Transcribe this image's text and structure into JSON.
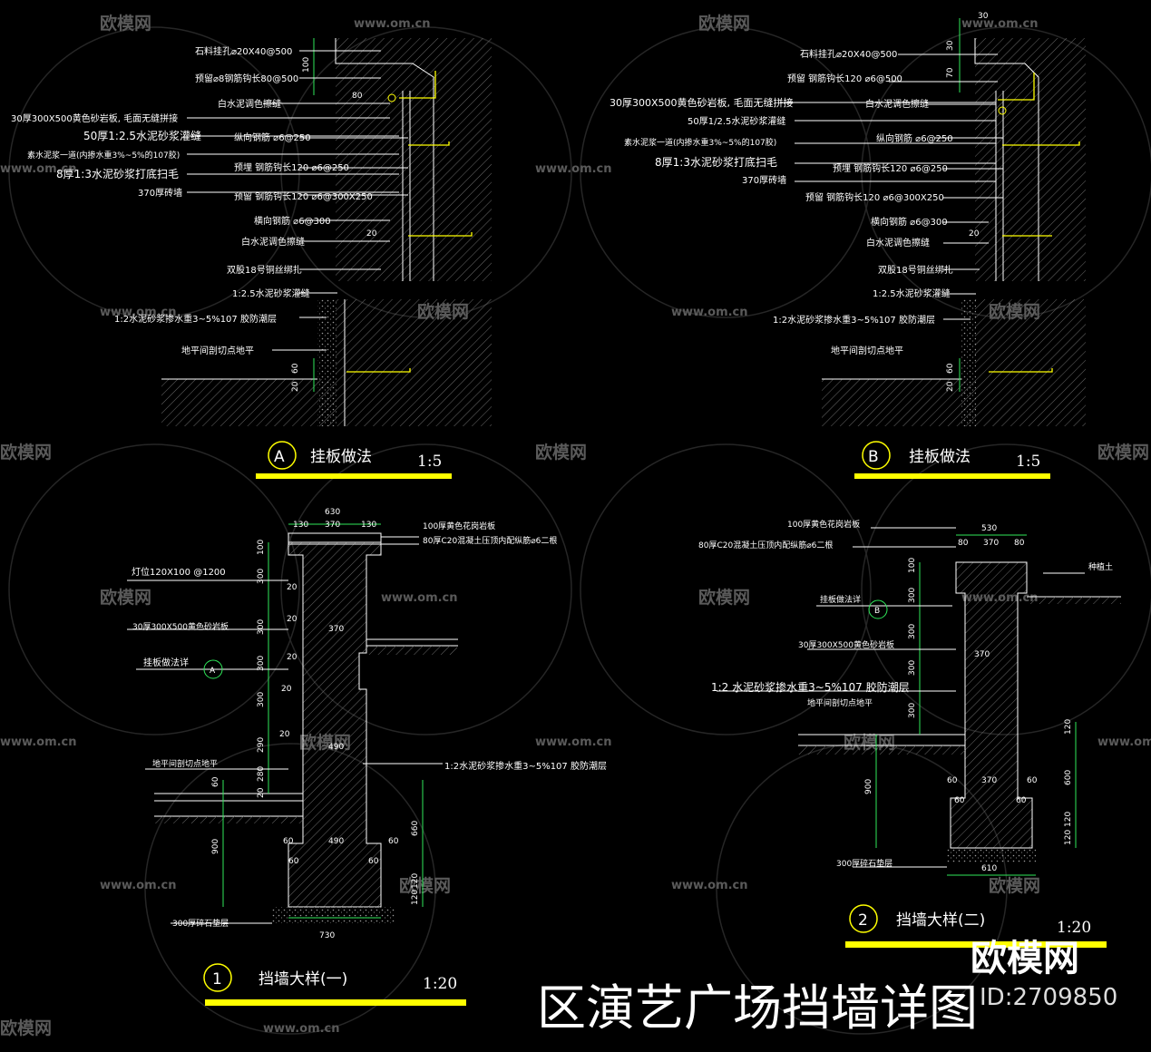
{
  "watermark": {
    "brand": "欧模网",
    "url": "www.om.cn"
  },
  "colors": {
    "background": "#000000",
    "line": "#ffffff",
    "dim": "#2fe85a",
    "accent": "#ffff00",
    "hatch": "#6a6a6a",
    "watermark": "#5a5a5a"
  },
  "panel_a": {
    "badge": "A",
    "title": "挂板做法",
    "scale": "1:5",
    "labels": [
      "石料挂孔⌀20X40@500",
      "预留⌀8钢筋钩长80@500",
      "白水泥调色擦缝",
      "30厚300X500黄色砂岩板, 毛面无缝拼接",
      "50厚1:2.5水泥砂浆灌缝",
      "素水泥浆一道(内掺水重3%~5%的107胶)",
      "8厚1:3水泥砂浆打底扫毛",
      "370厚砖墙",
      "纵向钢筋 ⌀6@250",
      "预埋 钢筋钩长120 ⌀6@250",
      "预留 钢筋钩长120 ⌀6@300X250",
      "横向钢筋 ⌀6@300",
      "白水泥调色擦缝",
      "双股18号铜丝绑扎",
      "1:2.5水泥砂浆灌缝",
      "1:2水泥砂浆掺水重3~5%107 胶防潮层",
      "地平间剖切点地平"
    ],
    "dims": [
      "100",
      "80",
      "20",
      "60",
      "20"
    ]
  },
  "panel_b": {
    "badge": "B",
    "title": "挂板做法",
    "scale": "1:5",
    "labels": [
      "石料挂孔⌀20X40@500",
      "预留 钢筋钩长120 ⌀6@500",
      "30厚300X500黄色砂岩板, 毛面无缝拼接",
      "白水泥调色擦缝",
      "50厚1/2.5水泥砂浆灌缝",
      "素水泥浆一道(内掺水重3%~5%的107胶)",
      "纵向钢筋 ⌀6@250",
      "8厚1:3水泥砂浆打底扫毛",
      "预埋 钢筋钩长120 ⌀6@250",
      "370厚砖墙",
      "预留 钢筋钩长120 ⌀6@300X250",
      "横向钢筋 ⌀6@300",
      "白水泥调色擦缝",
      "双股18号铜丝绑扎",
      "1:2.5水泥砂浆灌缝",
      "1:2水泥砂浆掺水重3~5%107 胶防潮层",
      "地平间剖切点地平"
    ],
    "dims": [
      "30",
      "30",
      "70",
      "20",
      "60",
      "20"
    ]
  },
  "panel_1": {
    "badge": "1",
    "title": "挡墙大样(一)",
    "scale": "1:20",
    "labels": [
      "100厚黄色花岗岩板",
      "80厚C20混凝土压顶内配纵筋⌀6二根",
      "灯位120X100 @1200",
      "30厚300X500黄色砂岩板",
      "挂板做法详",
      "1:2水泥砂浆掺水重3~5%107 胶防潮层",
      "地平间剖切点地平",
      "300厚碎石垫层"
    ],
    "badge_ref": "A",
    "dims": [
      "630",
      "130",
      "370",
      "130",
      "100",
      "300",
      "20",
      "20",
      "300",
      "20",
      "300",
      "20",
      "300",
      "20",
      "290",
      "280",
      "20",
      "60",
      "370",
      "490",
      "60",
      "490",
      "60",
      "60",
      "60",
      "660",
      "120",
      "120",
      "900",
      "730"
    ]
  },
  "panel_2": {
    "badge": "2",
    "title": "挡墙大样(二)",
    "scale": "1:20",
    "labels": [
      "100厚黄色花岗岩板",
      "80厚C20混凝土压顶内配纵筋⌀6二根",
      "挂板做法详",
      "30厚300X500黄色砂岩板",
      "1:2 水泥砂浆掺水重3~5%107 胶防潮层",
      "地平间剖切点地平",
      "300厚碎石垫层",
      "种植土"
    ],
    "badge_ref": "B",
    "dims": [
      "530",
      "80",
      "370",
      "80",
      "100",
      "300",
      "300",
      "300",
      "300",
      "370",
      "60",
      "370",
      "60",
      "60",
      "60",
      "120",
      "600",
      "120",
      "120",
      "900",
      "610"
    ]
  },
  "footer": {
    "title": "区演艺广场挡墙详图",
    "brand": "欧模网",
    "code": "ID:2709850"
  }
}
